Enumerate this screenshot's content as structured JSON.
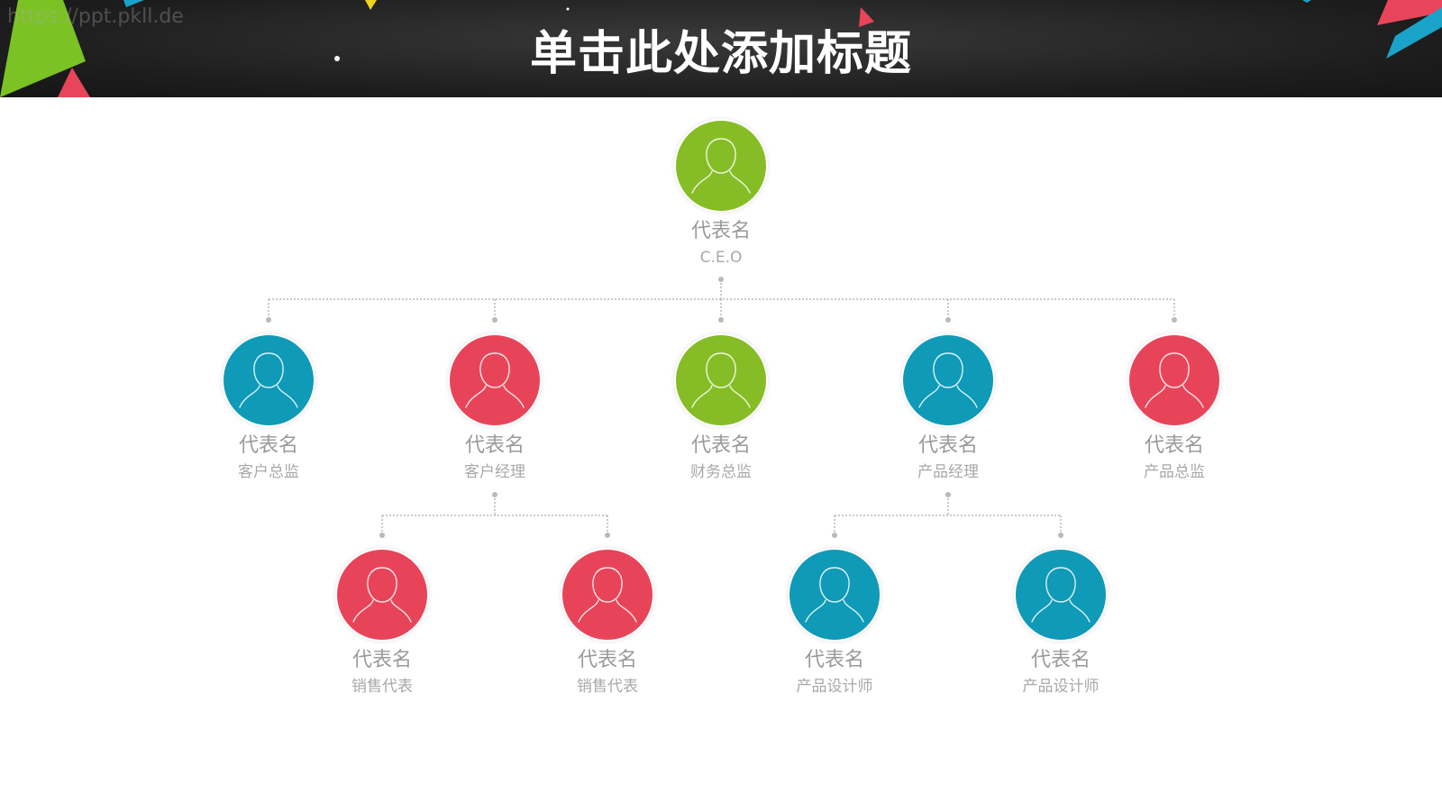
{
  "header": {
    "watermark": "https://ppt.pkll.de",
    "title": "单击此处添加标题"
  },
  "colors": {
    "green": "#86bd26",
    "blue": "#0f9ab8",
    "red": "#e84459",
    "connector": "#b9b9b9"
  },
  "org": {
    "ceo": {
      "name": "代表名",
      "role": "C.E.O",
      "color": "green",
      "icon": "person-icon"
    },
    "level2": [
      {
        "name": "代表名",
        "role": "客户总监",
        "color": "blue",
        "icon": "person-icon"
      },
      {
        "name": "代表名",
        "role": "客户经理",
        "color": "red",
        "icon": "person-icon"
      },
      {
        "name": "代表名",
        "role": "财务总监",
        "color": "green",
        "icon": "person-icon"
      },
      {
        "name": "代表名",
        "role": "产品经理",
        "color": "blue",
        "icon": "person-icon"
      },
      {
        "name": "代表名",
        "role": "产品总监",
        "color": "red",
        "icon": "person-icon"
      }
    ],
    "level3": [
      {
        "name": "代表名",
        "role": "销售代表",
        "color": "red",
        "icon": "person-icon",
        "parent": 1
      },
      {
        "name": "代表名",
        "role": "销售代表",
        "color": "red",
        "icon": "person-icon",
        "parent": 1
      },
      {
        "name": "代表名",
        "role": "产品设计师",
        "color": "blue",
        "icon": "person-icon",
        "parent": 3
      },
      {
        "name": "代表名",
        "role": "产品设计师",
        "color": "blue",
        "icon": "person-icon",
        "parent": 3
      }
    ]
  }
}
